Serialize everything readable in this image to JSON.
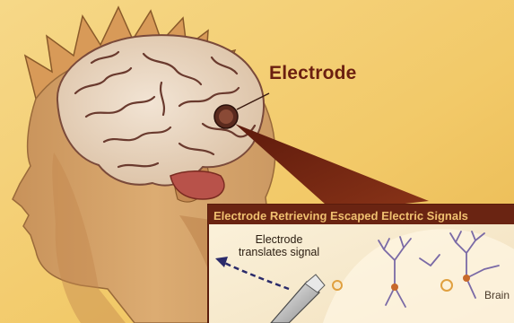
{
  "labels": {
    "electrode": "Electrode",
    "banner": "Electrode Retrieving Escaped Electric Signals",
    "translates": "Electrode translates signal",
    "corner": "Brain"
  },
  "colors": {
    "background": "#f3cf72",
    "skin": "#d4a46a",
    "brain": "#ead8c4",
    "banner": "#6a2412",
    "callout": "#7a2814",
    "inset": "#f8ecd2",
    "neuron": "#7a6aa6"
  },
  "icons": [
    "head-silhouette",
    "brain-illustration",
    "electrode-marker",
    "callout-beam",
    "electrode-probe",
    "neuron-cells",
    "signal-arrow"
  ]
}
